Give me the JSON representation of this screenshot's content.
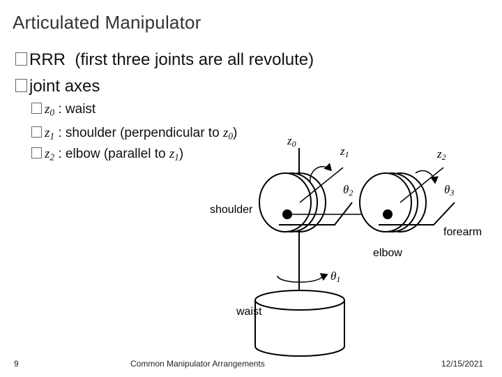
{
  "slide": {
    "title": "Articulated Manipulator",
    "bullets": {
      "rrr_label": "RRR",
      "rrr_note": "(first three joints are all revolute)",
      "joint_axes": "joint axes"
    },
    "sub_bullets": [
      {
        "axis": "z",
        "sub": "0",
        "text": ": waist"
      },
      {
        "axis": "z",
        "sub": "1",
        "text": ": shoulder (perpendicular to ",
        "ref_axis": "z",
        "ref_sub": "0",
        "close": ")"
      },
      {
        "axis": "z",
        "sub": "2",
        "text": ": elbow (parallel to ",
        "ref_axis": "z",
        "ref_sub": "1",
        "close": ")"
      }
    ]
  },
  "diagram": {
    "axes": [
      {
        "sym": "z",
        "sub": "0"
      },
      {
        "sym": "z",
        "sub": "1"
      },
      {
        "sym": "z",
        "sub": "2"
      }
    ],
    "angles": [
      {
        "sym": "θ",
        "sub": "1"
      },
      {
        "sym": "θ",
        "sub": "2"
      },
      {
        "sym": "θ",
        "sub": "3"
      }
    ],
    "labels": {
      "shoulder": "shoulder",
      "forearm": "forearm",
      "elbow": "elbow",
      "waist": "waist"
    }
  },
  "footer": {
    "page": "9",
    "center": "Common Manipulator Arrangements",
    "date": "12/15/2021"
  }
}
